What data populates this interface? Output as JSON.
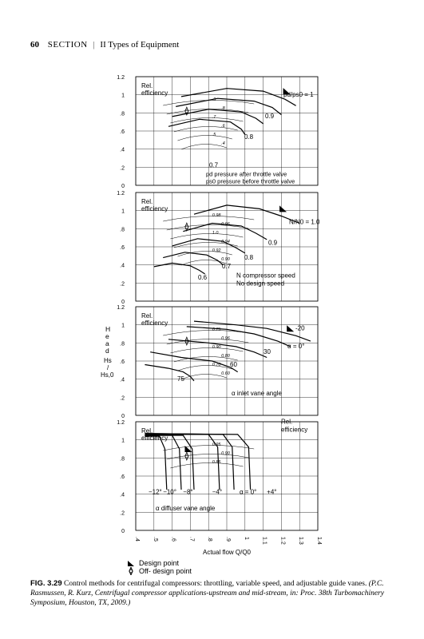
{
  "header": {
    "page_number": "60",
    "section": "SECTION",
    "separator": "|",
    "section_title": "II Types of Equipment"
  },
  "chart_data": [
    {
      "type": "line",
      "panel": "throttling",
      "ylim": [
        0,
        1.2
      ],
      "yticks": [
        "0",
        ".2",
        ".4",
        ".6",
        ".8",
        "1",
        "1.2"
      ],
      "texts": {
        "rel_eff": "Rel.\nefficiency",
        "ratio_main": "pd/ps0 = 1",
        "note1": "pd pressure after throttle valve",
        "note2": "ps0 pressure before throttle valve"
      },
      "series": [
        {
          "name": "1",
          "x": [
            0.65,
            0.9,
            1.1,
            1.22,
            1.28
          ],
          "y": [
            0.98,
            1.07,
            1.04,
            0.95,
            0.88
          ]
        },
        {
          "name": "0.9",
          "x": [
            0.62,
            0.85,
            1.05,
            1.15,
            1.2
          ],
          "y": [
            0.87,
            0.96,
            0.93,
            0.86,
            0.78
          ]
        },
        {
          "name": "0.8",
          "x": [
            0.6,
            0.8,
            0.98,
            1.06,
            1.1
          ],
          "y": [
            0.76,
            0.84,
            0.81,
            0.74,
            0.68
          ]
        },
        {
          "name": "0.7",
          "x": [
            0.58,
            0.75,
            0.92,
            0.98,
            1.0
          ],
          "y": [
            0.65,
            0.73,
            0.7,
            0.62,
            0.56
          ]
        }
      ],
      "efficiency_labels": [
        ".9",
        ".8",
        ".7",
        ".6",
        ".5",
        ".4"
      ],
      "markers": [
        "0.9",
        "0.8",
        "0.7"
      ]
    },
    {
      "type": "line",
      "panel": "variable speed",
      "ylim": [
        0,
        1.2
      ],
      "yticks": [
        "0",
        ".2",
        ".4",
        ".6",
        ".8",
        "1",
        "1.2"
      ],
      "texts": {
        "rel_eff": "Rel.\nefficiency",
        "speed_main": "N/N0 = 1.0",
        "note1": "N compressor speed",
        "note2": "No design speed"
      },
      "series": [
        {
          "name": "1.0",
          "x": [
            0.72,
            0.9,
            1.08,
            1.2,
            1.3
          ],
          "y": [
            0.96,
            1.06,
            1.02,
            0.94,
            0.86
          ]
        },
        {
          "name": "0.9",
          "x": [
            0.66,
            0.82,
            0.98,
            1.06,
            1.12
          ],
          "y": [
            0.77,
            0.86,
            0.83,
            0.75,
            0.68
          ]
        },
        {
          "name": "0.8",
          "x": [
            0.6,
            0.74,
            0.88,
            0.95,
            1.0
          ],
          "y": [
            0.61,
            0.69,
            0.66,
            0.59,
            0.53
          ]
        },
        {
          "name": "0.7",
          "x": [
            0.55,
            0.67,
            0.79,
            0.85,
            0.88
          ],
          "y": [
            0.48,
            0.54,
            0.51,
            0.45,
            0.4
          ]
        },
        {
          "name": "0.6",
          "x": [
            0.5,
            0.6,
            0.7,
            0.75,
            0.78
          ],
          "y": [
            0.38,
            0.42,
            0.39,
            0.34,
            0.3
          ]
        }
      ],
      "efficiency_labels": [
        "0.98",
        "0.96",
        "1.0",
        "0.94",
        "0.92",
        "0.90"
      ],
      "markers": [
        "0.9",
        "0.8",
        "0.7",
        "0.6"
      ]
    },
    {
      "type": "line",
      "panel": "adjustable guide vanes",
      "ylim": [
        0,
        1.2
      ],
      "yticks": [
        "0",
        ".2",
        ".4",
        ".6",
        ".8",
        "1",
        "1.2"
      ],
      "texts": {
        "rel_eff": "Rel.\nefficiency",
        "alpha_main": "α = 0°",
        "note1": "α inlet vane angle"
      },
      "series": [
        {
          "name": "-20",
          "x": [
            0.72,
            0.95,
            1.12,
            1.28,
            1.36
          ],
          "y": [
            1.04,
            1.0,
            0.96,
            0.88,
            0.82
          ]
        },
        {
          "name": "0",
          "x": [
            0.68,
            0.9,
            1.05,
            1.18,
            1.25
          ],
          "y": [
            0.98,
            0.95,
            0.9,
            0.82,
            0.76
          ]
        },
        {
          "name": "30",
          "x": [
            0.58,
            0.8,
            0.95,
            1.05,
            1.12
          ],
          "y": [
            0.84,
            0.8,
            0.76,
            0.7,
            0.64
          ]
        },
        {
          "name": "60",
          "x": [
            0.48,
            0.65,
            0.82,
            0.92,
            0.96
          ],
          "y": [
            0.7,
            0.64,
            0.6,
            0.53,
            0.48
          ]
        },
        {
          "name": "75",
          "x": [
            0.45,
            0.58,
            0.66,
            0.7,
            0.72
          ],
          "y": [
            0.56,
            0.52,
            0.48,
            0.43,
            0.38
          ]
        }
      ],
      "efficiency_labels": [
        "0.75",
        "0.96",
        "0.90",
        "0.80",
        "0.70",
        "0.60"
      ],
      "markers": [
        "-20",
        "30",
        "60",
        "75"
      ]
    },
    {
      "type": "line",
      "panel": "adjustable diffuser vanes",
      "ylim": [
        0,
        1.2
      ],
      "yticks": [
        "0",
        ".2",
        ".4",
        ".6",
        ".8",
        "1",
        "1.2"
      ],
      "xticks": [
        ".4",
        ".5",
        ".6",
        ".7",
        ".8",
        ".9",
        "1",
        "1.1",
        "1.2",
        "1.3",
        "1.4"
      ],
      "xlim": [
        0.4,
        1.4
      ],
      "xlabel": "Actual flow Q/Q0",
      "texts": {
        "rel_eff": "Rel.\nefficiency",
        "note1": "α diffuser vane angle"
      },
      "angle_labels": [
        "−12°",
        "−10°",
        "−8°",
        "−4°",
        "α = 0°",
        "+4°"
      ],
      "efficiency_labels": [
        "0.95",
        "0.90",
        "0.85"
      ],
      "series": [
        {
          "name": "-12",
          "x": [
            0.45,
            0.53,
            0.56,
            0.57
          ],
          "y": [
            1.04,
            1.04,
            0.9,
            0.45
          ]
        },
        {
          "name": "-10",
          "x": [
            0.45,
            0.6,
            0.64,
            0.65
          ],
          "y": [
            1.05,
            1.05,
            0.9,
            0.45
          ]
        },
        {
          "name": "-8",
          "x": [
            0.45,
            0.66,
            0.71,
            0.72
          ],
          "y": [
            1.05,
            1.05,
            0.9,
            0.45
          ]
        },
        {
          "name": "-4",
          "x": [
            0.45,
            0.8,
            0.85,
            0.86
          ],
          "y": [
            1.06,
            1.06,
            0.92,
            0.45
          ]
        },
        {
          "name": "0",
          "x": [
            0.45,
            0.88,
            0.93,
            0.94
          ],
          "y": [
            1.07,
            1.06,
            0.92,
            0.45
          ]
        },
        {
          "name": "+4",
          "x": [
            0.45,
            0.96,
            1.02,
            1.03
          ],
          "y": [
            1.07,
            1.06,
            0.92,
            0.45
          ]
        }
      ]
    }
  ],
  "y_axis_label": {
    "word": "Head",
    "ratio_top": "Hs",
    "ratio_div": "/",
    "ratio_bottom": "Hs,0"
  },
  "legend": {
    "design": "Design point",
    "offdesign": "Off- design point"
  },
  "caption": {
    "label": "FIG. 3.29",
    "text": "Control methods for centrifugal compressors: throttling, variable speed, and adjustable guide vanes.",
    "cite": "(P.C. Rasmussen, R. Kurz, Centrifugal compressor applications-upstream and mid-stream, in: Proc. 38th Turbomachinery Symposium, Houston, TX, 2009.)"
  }
}
